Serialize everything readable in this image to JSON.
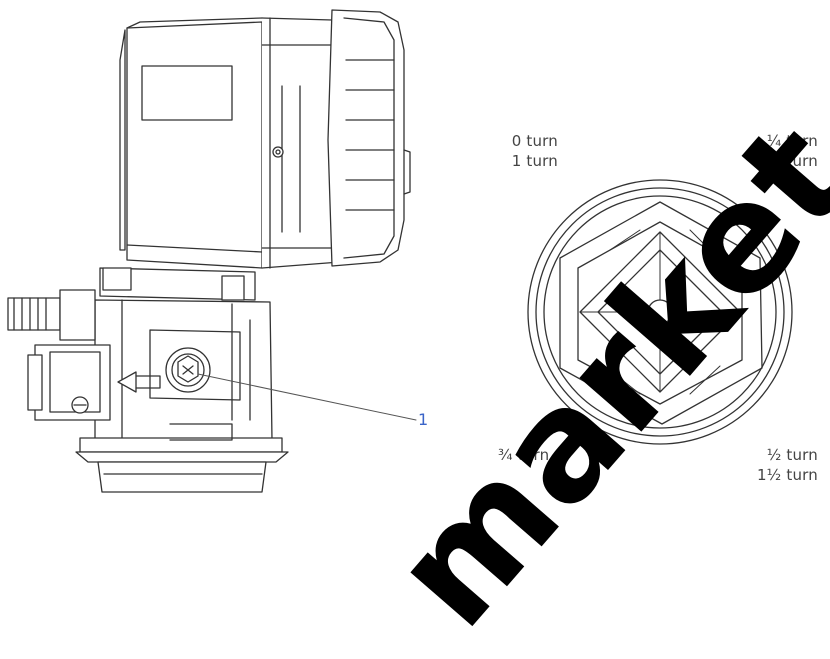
{
  "labels": {
    "zero_turn": "0 turn",
    "one_turn": "1 turn",
    "quarter_turn": "¼ turn",
    "one_quarter_turn": "1¼ turn",
    "half_turn": "½ turn",
    "one_half_turn": "1½ turn",
    "three_quarter_turn": "¾ turn",
    "callout": "1"
  },
  "watermark": {
    "text": "market.ru"
  },
  "colors": {
    "line": "#333333",
    "callout": "#3a64c8"
  }
}
